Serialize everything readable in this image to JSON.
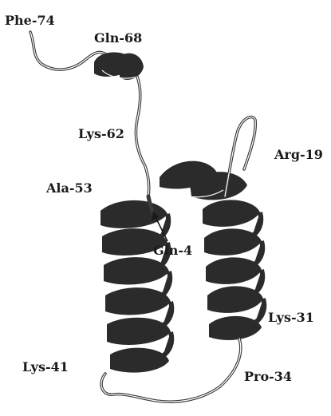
{
  "labels": {
    "phe74": "Phe-74",
    "gln68": "Gln-68",
    "lys62": "Lys-62",
    "arg19": "Arg-19",
    "ala53": "Ala-53",
    "gln4": "Gln-4",
    "lys31": "Lys-31",
    "lys41": "Lys-41",
    "pro34": "Pro-34"
  },
  "colors": {
    "ribbon": "#2b2b2b",
    "coil": "#3a3a3a",
    "text": "#1a1a1a",
    "background": "#ffffff"
  }
}
